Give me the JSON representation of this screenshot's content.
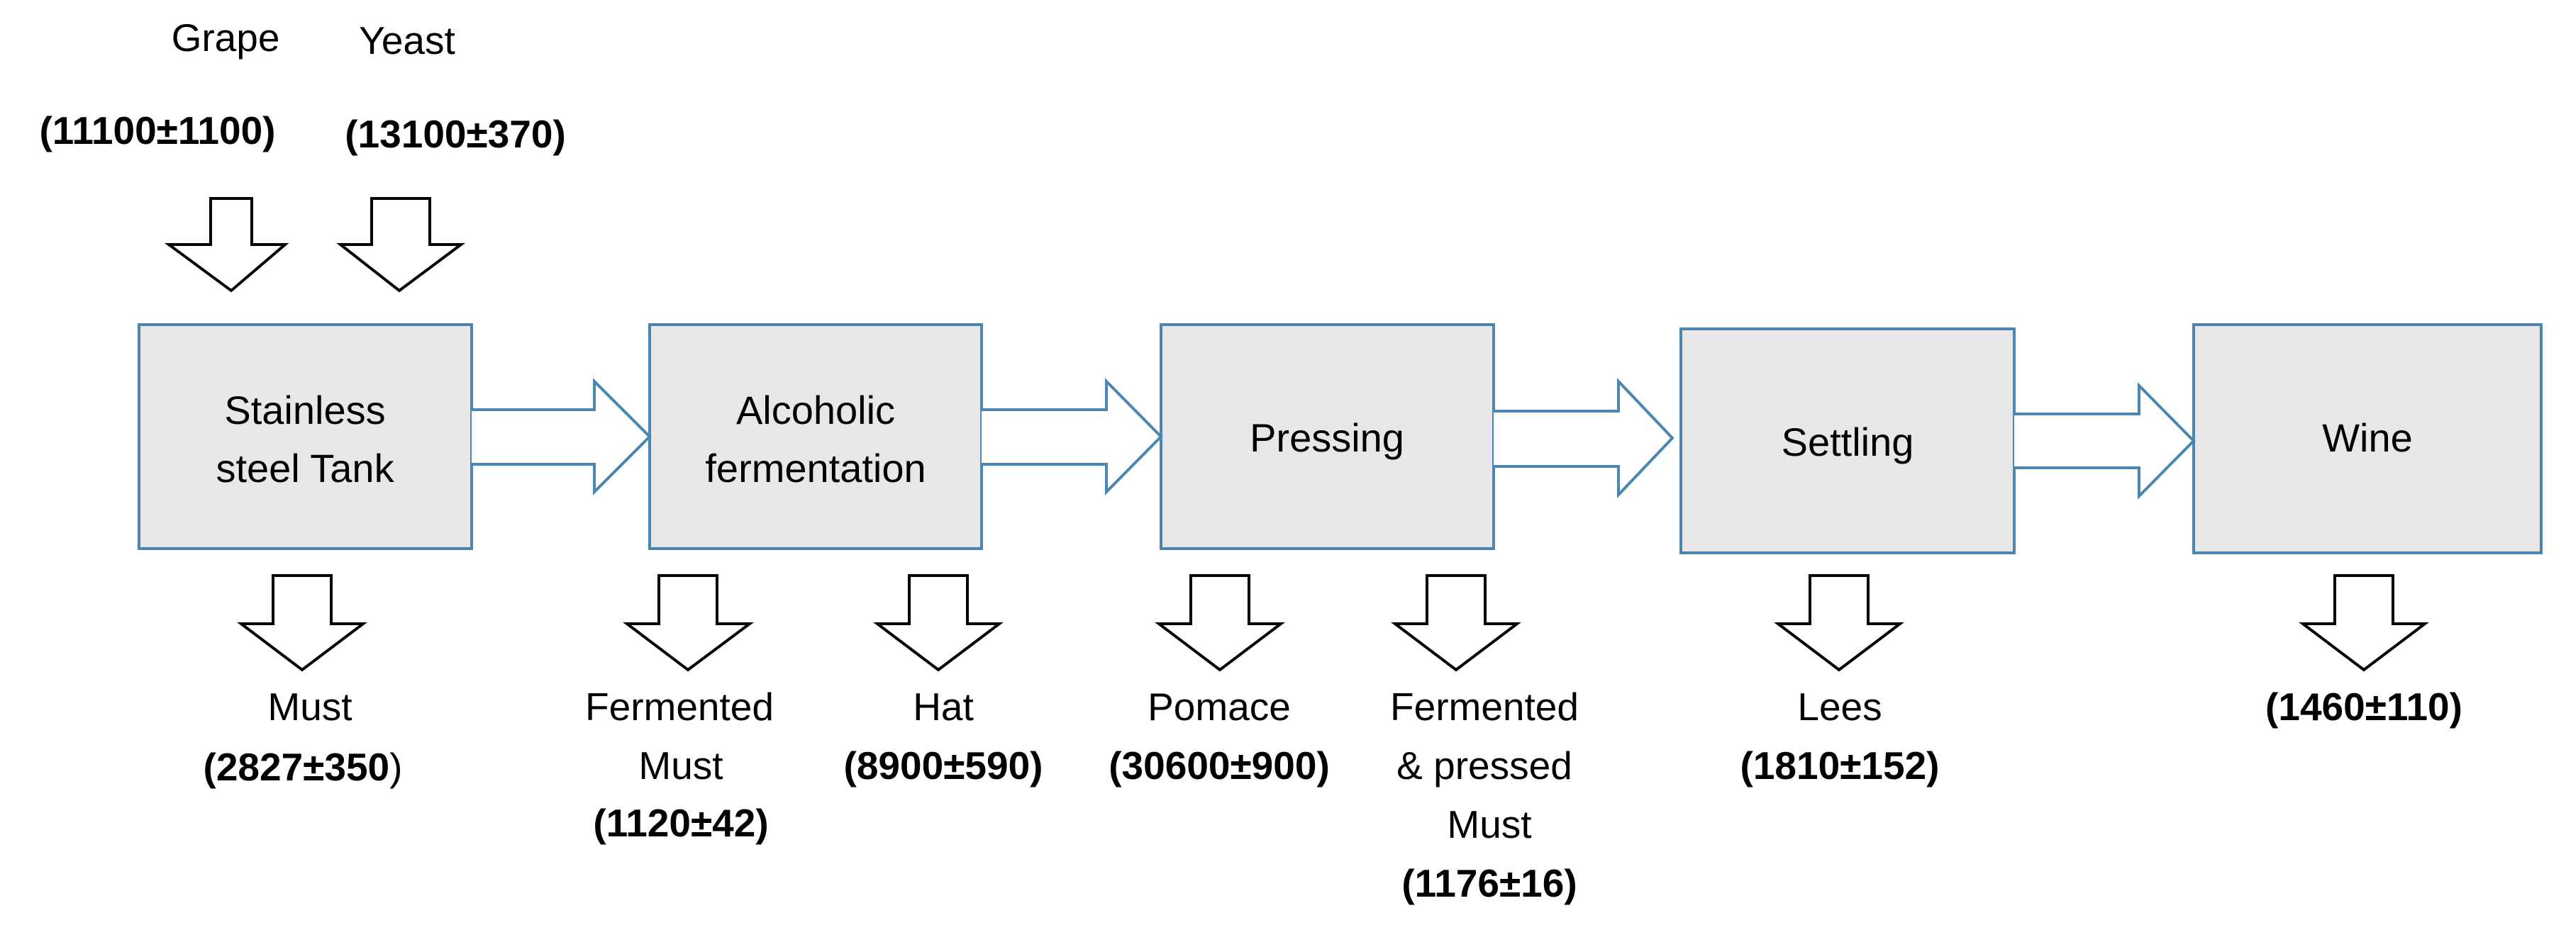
{
  "colors": {
    "box_fill": "#e8e6e7",
    "box_stroke": "#4a86b0",
    "down_arrow_stroke": "#000000"
  },
  "inputs": {
    "grape": {
      "label": "Grape",
      "value": "(11100±1100)"
    },
    "yeast": {
      "label": "Yeast",
      "value": "(13100±370)"
    }
  },
  "stages": {
    "tank": {
      "line1": "Stainless",
      "line2": "steel Tank"
    },
    "fermentation": {
      "line1": "Alcoholic",
      "line2": "fermentation"
    },
    "pressing": {
      "label": "Pressing"
    },
    "settling": {
      "label": "Settling"
    },
    "wine": {
      "label": "Wine"
    }
  },
  "outputs": {
    "must": {
      "label": "Must",
      "value_bold": "(2827±350",
      "value_tail": ")"
    },
    "fermented_must": {
      "line1": "Fermented",
      "line2": "Must",
      "value": "(1120±42)"
    },
    "hat": {
      "label": "Hat",
      "value": "(8900±590)"
    },
    "pomace": {
      "label": "Pomace",
      "value": "(30600±900)"
    },
    "pressed_must": {
      "line1": "Fermented",
      "line2": "& pressed",
      "line3": "Must",
      "value": "(1176±16)"
    },
    "lees": {
      "label": "Lees",
      "value": "(1810±152)"
    },
    "wine_out": {
      "value": "(1460±110)"
    }
  }
}
